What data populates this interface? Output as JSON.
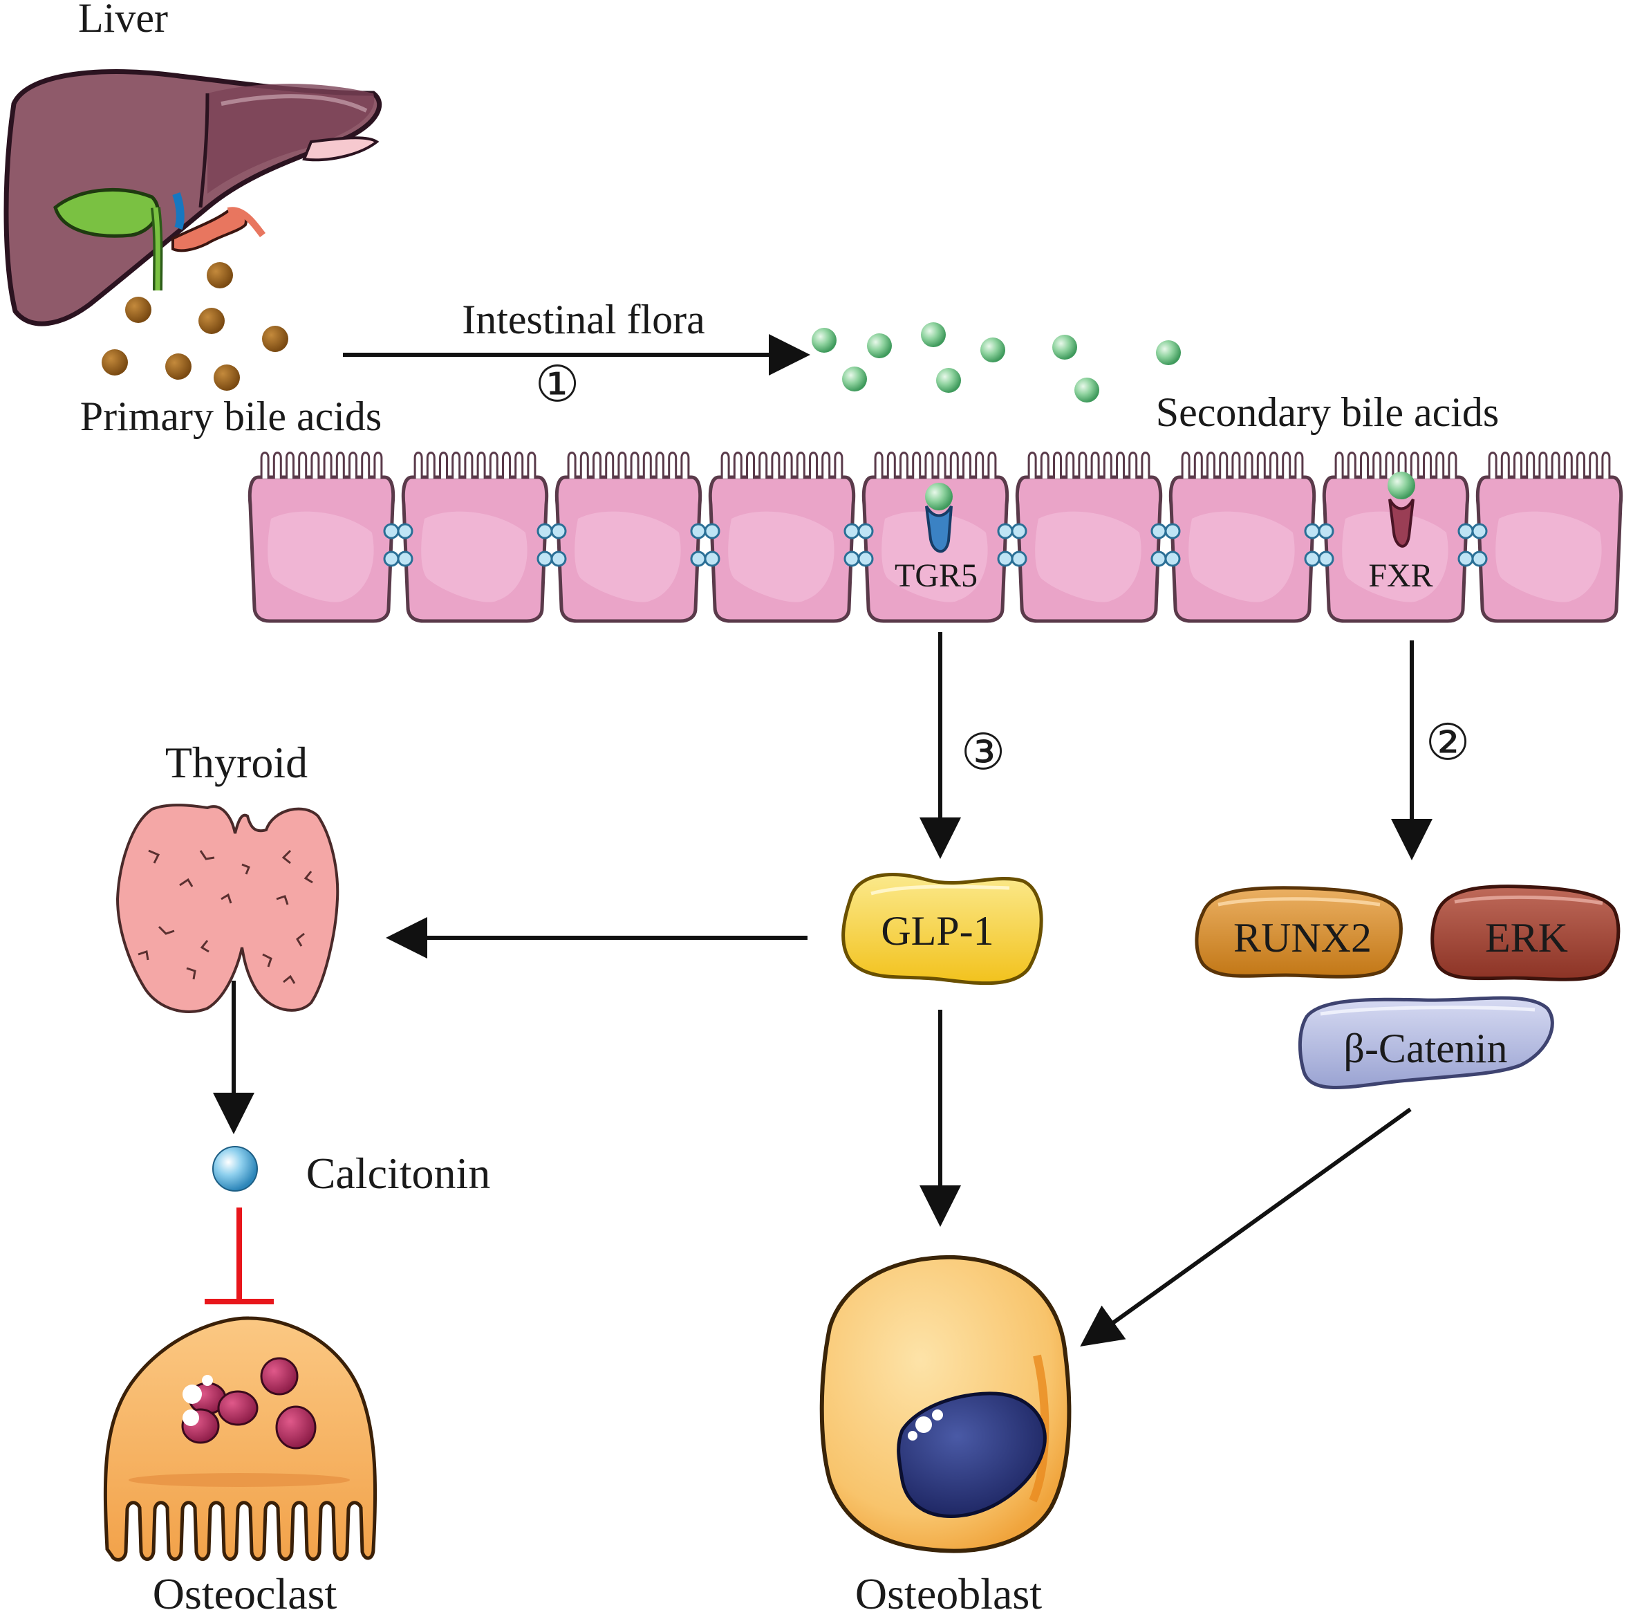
{
  "labels": {
    "liver": "Liver",
    "primary_bile_acids": "Primary bile acids",
    "intestinal_flora": "Intestinal flora",
    "secondary_bile_acids": "Secondary bile acids",
    "tgr5": "TGR5",
    "fxr": "FXR",
    "thyroid": "Thyroid",
    "glp1": "GLP-1",
    "runx2": "RUNX2",
    "erk": "ERK",
    "beta_catenin": "β-Catenin",
    "calcitonin": "Calcitonin",
    "osteoclast": "Osteoclast",
    "osteoblast": "Osteoblast"
  },
  "steps": {
    "step1": "①",
    "step2": "②",
    "step3": "③"
  },
  "colors": {
    "primary_bile_acid": "#8a5a1c",
    "secondary_bile_acid": "#7cc48f",
    "epithelium": "#eaa4c8",
    "glp1": "#f7d54a",
    "runx2": "#d58b30",
    "erk": "#a34a3c",
    "beta_catenin": "#b7bde0",
    "inhibit": "#e8161b",
    "arrow": "#111111"
  }
}
